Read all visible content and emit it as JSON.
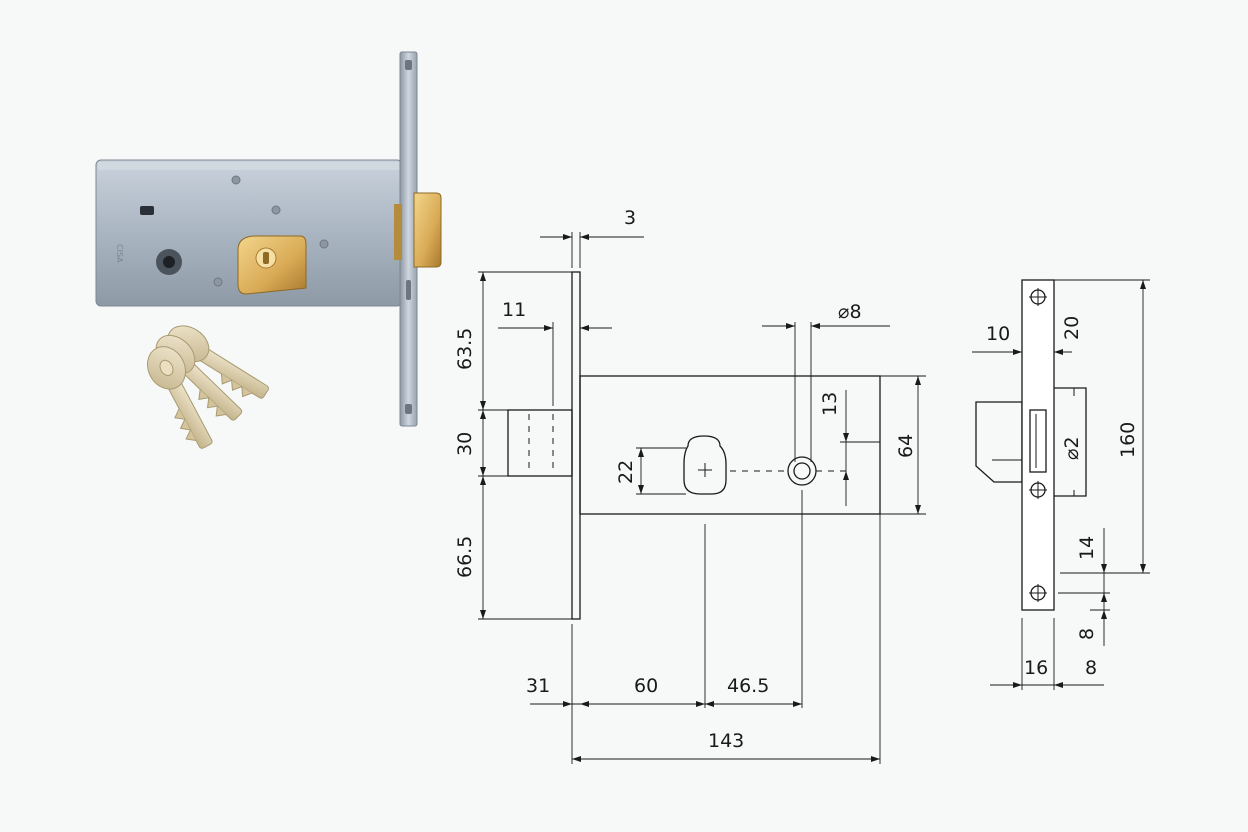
{
  "dims": {
    "plate_thickness": "3",
    "backset_11": "11",
    "top_63_5": "63.5",
    "latch_30": "30",
    "bottom_66_5": "66.5",
    "diameter_8": "8",
    "offset_13": "13",
    "case_height_64": "64",
    "cyl_22": "22",
    "dist_31": "31",
    "dist_60": "60",
    "dist_46_5": "46.5",
    "total_143": "143",
    "side_10": "10",
    "side_20": "20",
    "side_diam_2": "2",
    "plate_160": "160",
    "hole_14": "14",
    "hole_8_vert": "8",
    "plate_width_16": "16",
    "side_8": "8"
  },
  "symbols": {
    "diameter": "⌀"
  },
  "colors": {
    "body_steel": "#aab5c2",
    "brass": "#d8aa55",
    "keys": "#dccda6"
  },
  "icons": [
    "lock-body-photo",
    "keys-photo"
  ]
}
